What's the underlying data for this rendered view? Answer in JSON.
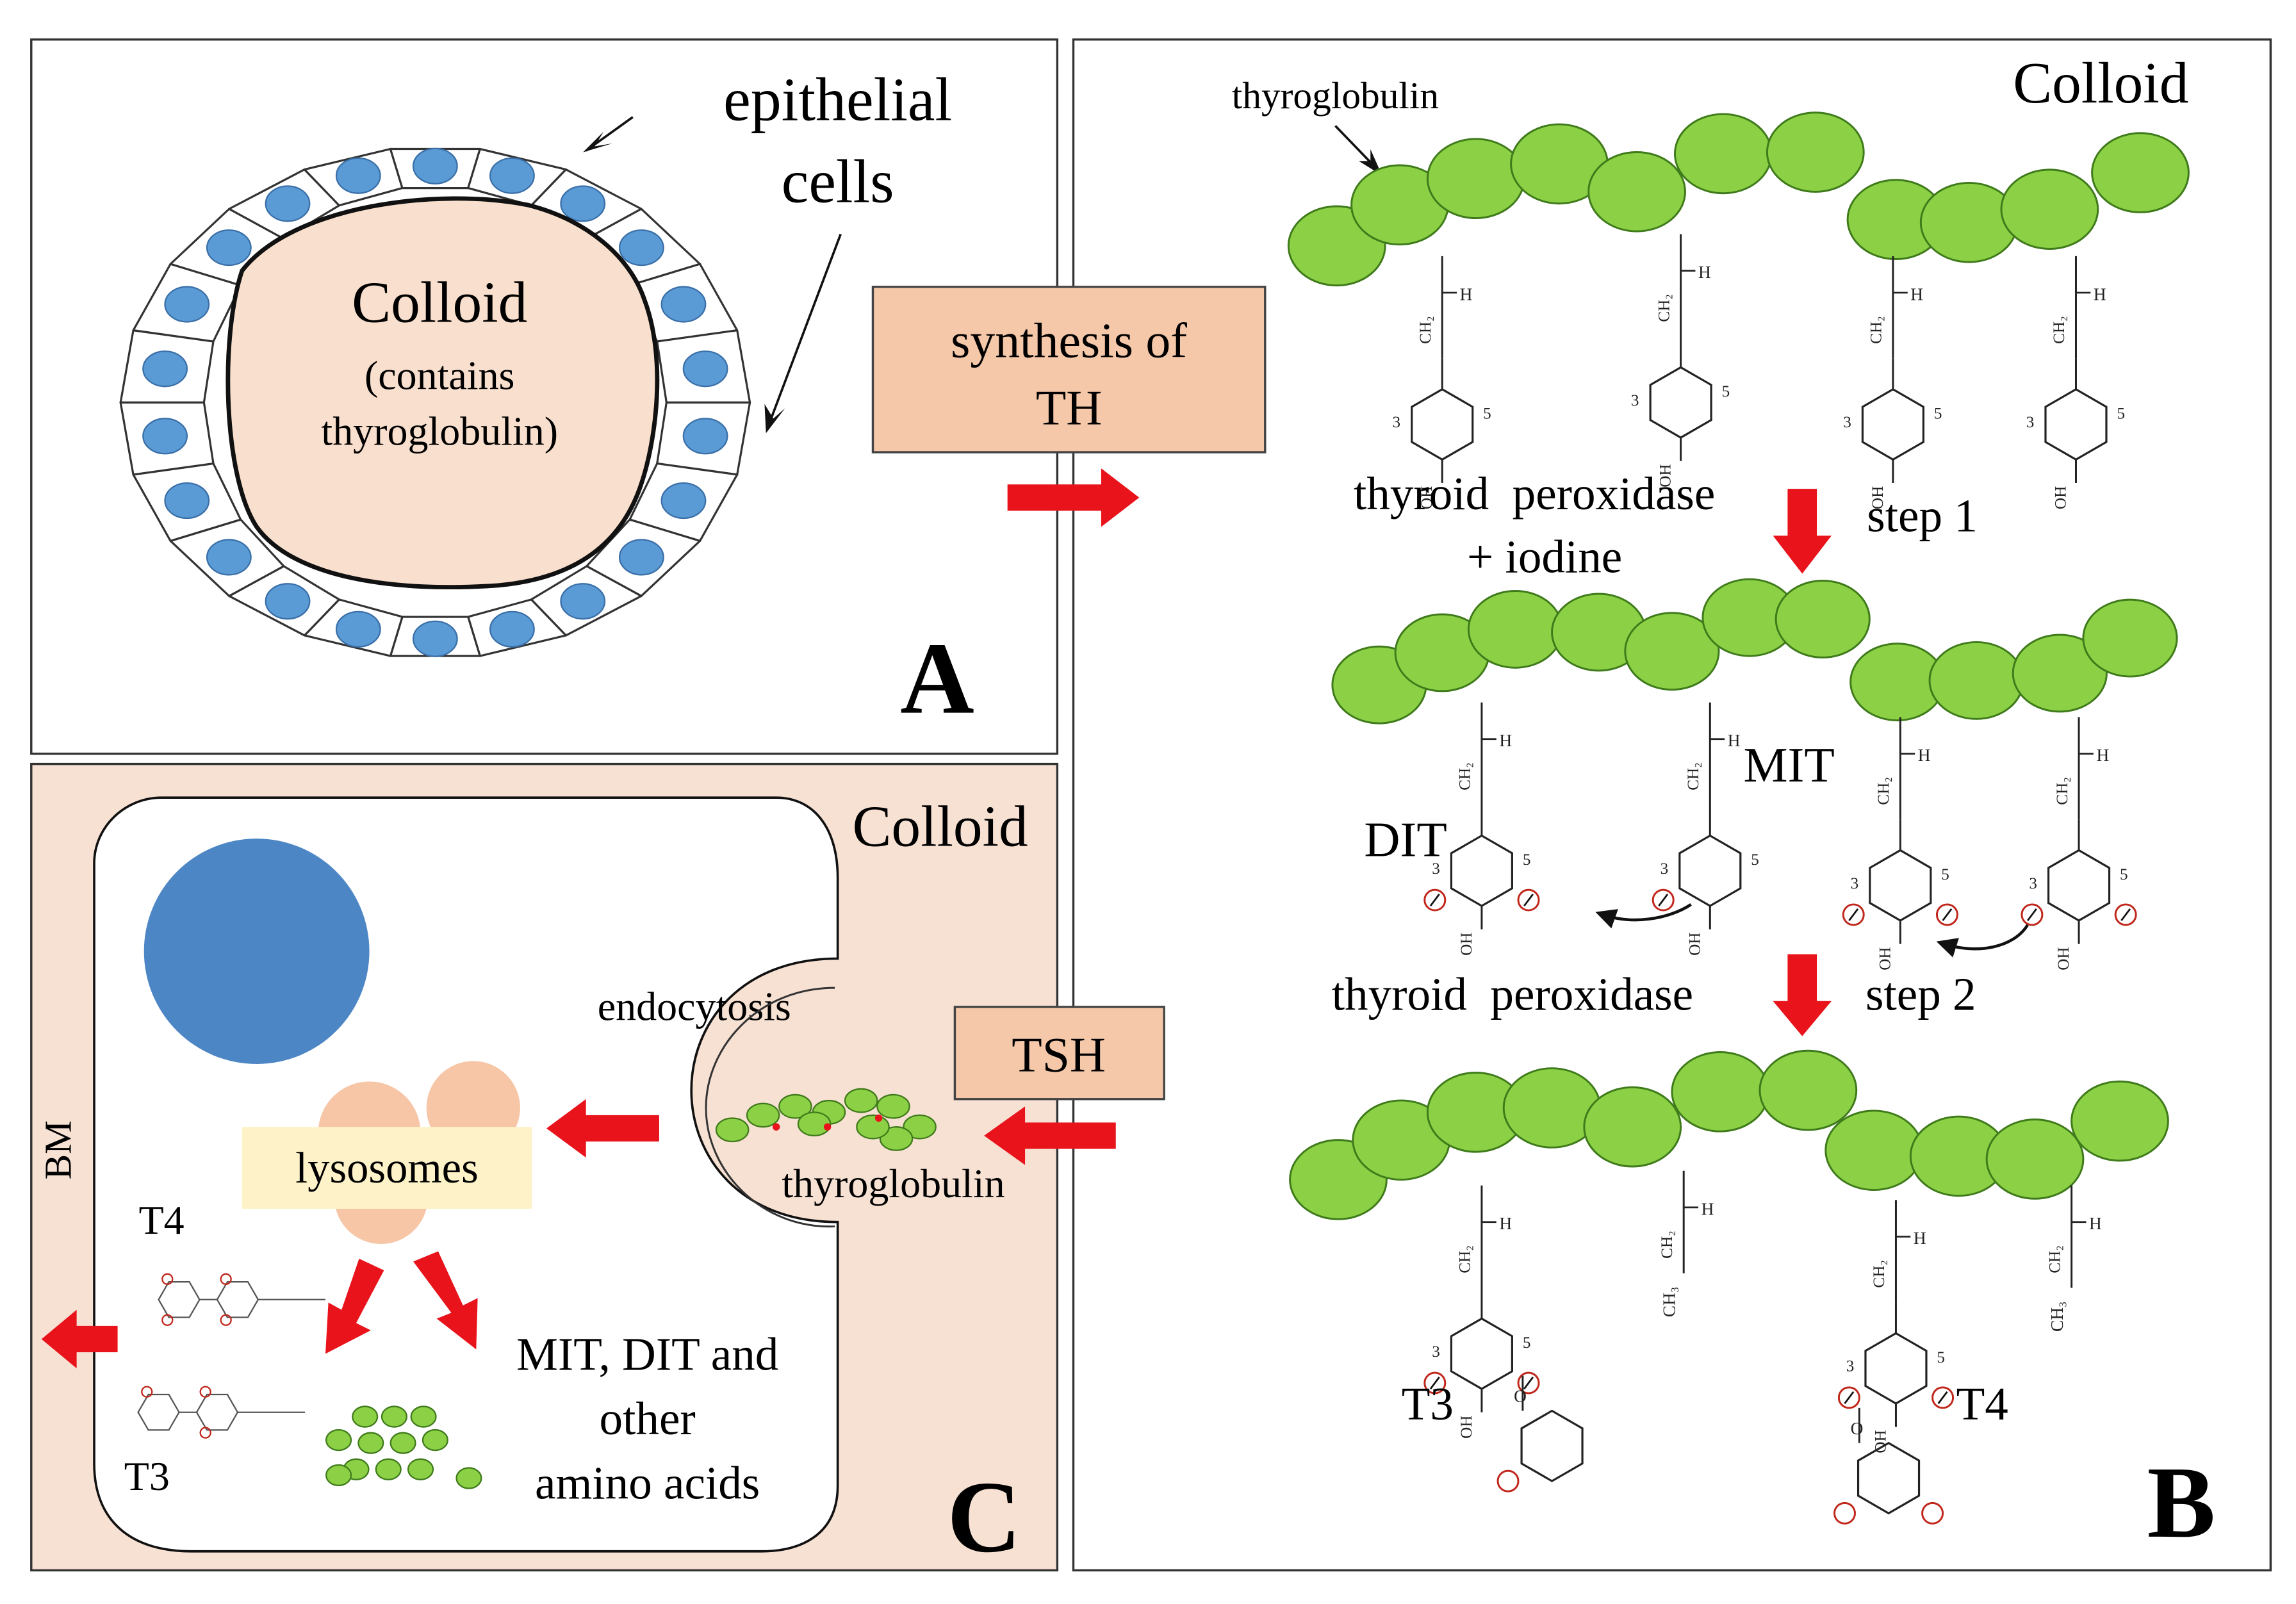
{
  "panel_a": {
    "letter": "A",
    "callout": [
      "epithelial",
      "cells"
    ],
    "colloid_title": "Colloid",
    "colloid_sub": [
      "(contains",
      "thyroglobulin)"
    ]
  },
  "center": {
    "synthesis_box": [
      "synthesis of",
      "TH"
    ],
    "tsh_box": "TSH"
  },
  "panel_b": {
    "letter": "B",
    "region": "Colloid",
    "chain_label": "thyroglobulin",
    "enzyme_1": [
      "thyroid  peroxidase",
      "+ iodine"
    ],
    "step_1": "step 1",
    "enzyme_2": "thyroid  peroxidase",
    "step_2": "step 2",
    "mit": "MIT",
    "dit": "DIT",
    "t3": "T3",
    "t4": "T4"
  },
  "panel_c": {
    "letter": "C",
    "region": "Colloid",
    "bm": "BM",
    "endocytosis": "endocytosis",
    "vesicle_label": "thyroglobulin",
    "lysosomes": "lysosomes",
    "t4": "T4",
    "t3": "T3",
    "products": [
      "MIT, DIT and",
      "other",
      "amino acids"
    ]
  },
  "colors": {
    "colloid": "#f9dfcd",
    "panel_c_bg": "#f7e1d3",
    "box_fill": "#f5c8a9",
    "nucleus": "#5b9bd5",
    "big_nucleus": "#4d86c5",
    "globule": "#8cd145",
    "globule_stroke": "#3f7a1b",
    "arrow": "#e8131b",
    "lysosome": "#f6c6a6",
    "lysosome_label_bg": "#fdf2c8",
    "iodine": "#c0261a"
  }
}
